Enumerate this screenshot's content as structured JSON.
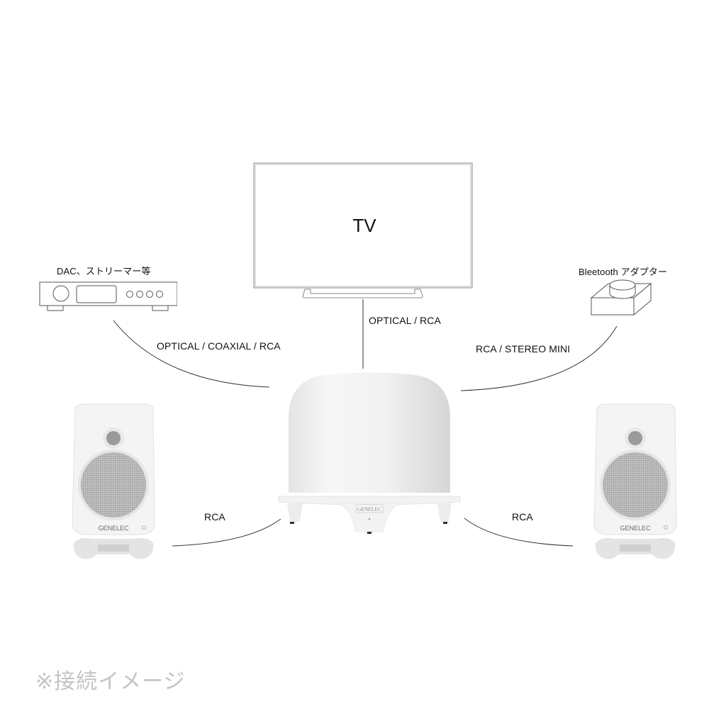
{
  "diagram": {
    "devices": {
      "tv": {
        "label": "TV",
        "icon": "tv-icon"
      },
      "dac": {
        "label": "DAC、ストリーマー等",
        "icon": "dac-streamer-icon"
      },
      "bluetooth": {
        "label": "Bleetooth アダプター",
        "icon": "bluetooth-adapter-icon"
      },
      "subwoofer": {
        "brand": "GENELEC",
        "icon": "subwoofer-icon"
      },
      "speaker_left": {
        "brand": "GENELEC",
        "icon": "speaker-icon"
      },
      "speaker_right": {
        "brand": "GENELEC",
        "icon": "speaker-icon"
      }
    },
    "connections": {
      "dac_to_sub": "OPTICAL / COAXIAL /  RCA",
      "tv_to_sub": "OPTICAL / RCA",
      "bluetooth_to_sub": "RCA / STEREO MINI",
      "sub_to_left": "RCA",
      "sub_to_right": "RCA"
    },
    "colors": {
      "line": "#333333",
      "device_outline": "#555555",
      "caption": "#c4c4c4",
      "device_body": "#f4f4f4"
    }
  },
  "caption": "※接続イメージ"
}
